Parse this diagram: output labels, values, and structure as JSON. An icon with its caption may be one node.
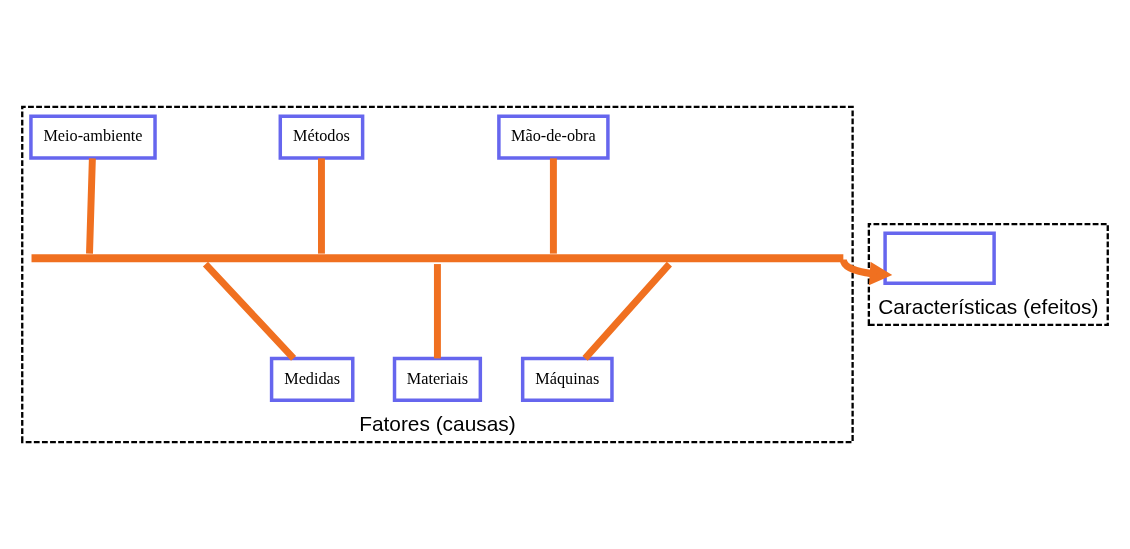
{
  "diagram": {
    "nodes": [
      {
        "text": [
          "Fatores (causas)"
        ]
      },
      {
        "text": [
          "Meio-ambiente"
        ],
        "in": 0
      },
      {
        "text": [
          "Métodos"
        ],
        "in": 0
      },
      {
        "text": [
          "Mão-de-obra"
        ],
        "in": 0
      },
      {
        "text": [],
        "shape": "bar",
        "in": 0
      },
      {
        "text": [
          "Medidas"
        ],
        "in": 0
      },
      {
        "text": [
          "Materiais"
        ],
        "in": 0
      },
      {
        "text": [
          "Máquinas"
        ],
        "in": 0
      },
      {
        "text": [
          "Características (efeitos)"
        ]
      },
      {
        "text": [],
        "shape": "box",
        "in": 8
      }
    ],
    "edges": [
      {
        "from": 4,
        "to": 9,
        "arrow": "to"
      },
      {
        "from": 1,
        "to": 4,
        "arrow": "none"
      },
      {
        "from": 2,
        "to": 4,
        "arrow": "none"
      },
      {
        "from": 3,
        "to": 4,
        "arrow": "none"
      },
      {
        "from": 5,
        "to": 4,
        "arrow": "none"
      },
      {
        "from": 6,
        "to": 4,
        "arrow": "none"
      },
      {
        "from": 7,
        "to": 4,
        "arrow": "none"
      }
    ]
  }
}
